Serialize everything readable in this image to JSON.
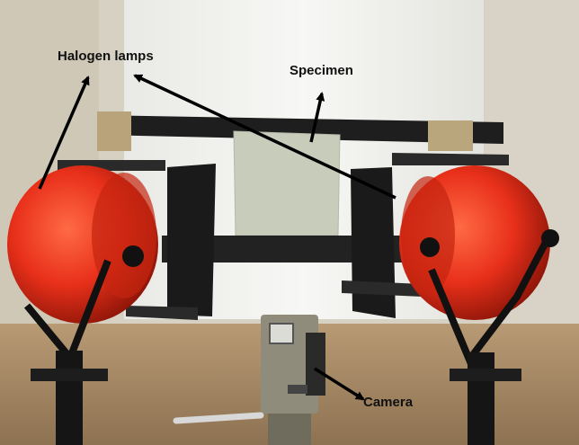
{
  "labels": {
    "halogen_lamps": "Halogen lamps",
    "specimen": "Specimen",
    "camera": "Camera"
  },
  "colors": {
    "lamp_red": "#e8301a",
    "frame_black": "#1e1e1e",
    "backdrop": "#f1f1ef",
    "wall": "#d9d5c8",
    "table": "#a68a68",
    "specimen": "#c8ccbb",
    "camera_body": "#8f8c7c",
    "arrow": "#000000"
  }
}
